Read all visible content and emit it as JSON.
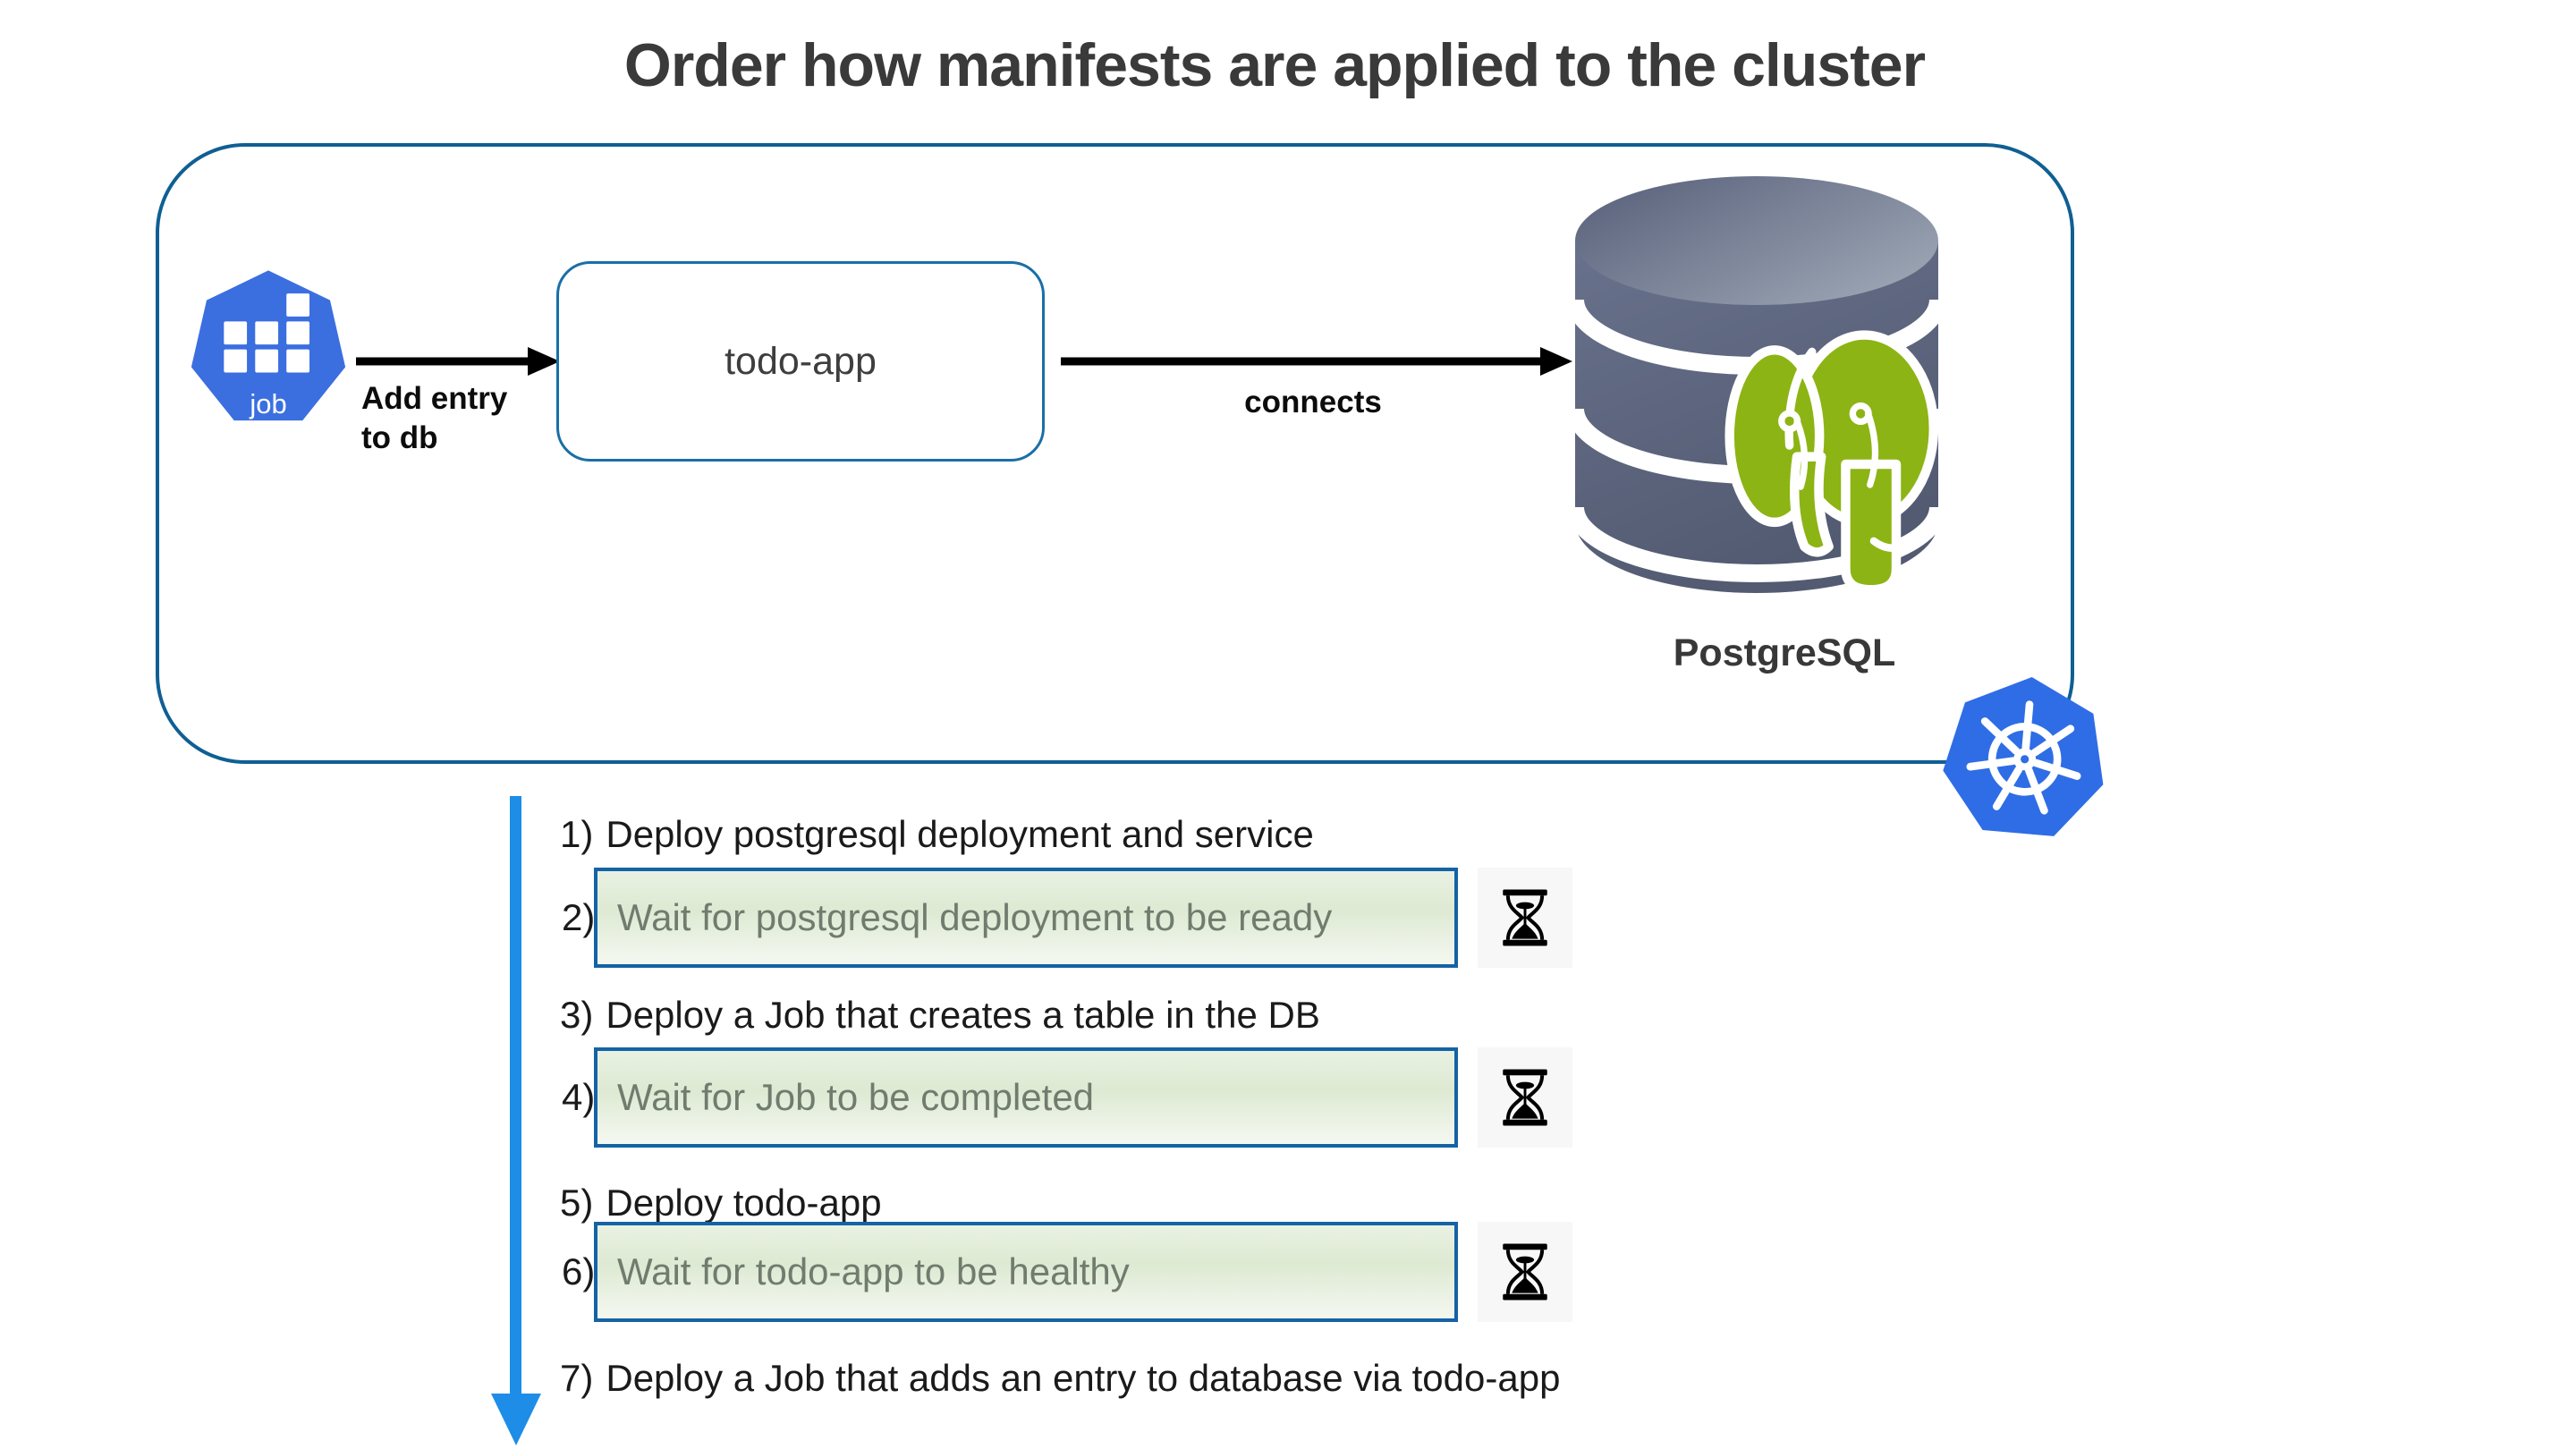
{
  "title": "Order how manifests are applied to the cluster",
  "diagram": {
    "job_icon_label": "job",
    "edge_job_to_app_line1": "Add entry",
    "edge_job_to_app_line2": "to db",
    "todo_app_label": "todo-app",
    "edge_app_to_db_label": "connects",
    "database_label": "PostgreSQL",
    "icons": {
      "job": "kubernetes-job-icon",
      "database": "postgresql-cylinder-icon",
      "elephant": "postgresql-elephant-icon",
      "cluster_badge": "kubernetes-logo-icon",
      "wait": "hourglass-icon"
    }
  },
  "steps": [
    {
      "num": "1)",
      "text": "Deploy postgresql deployment and service",
      "wait": false
    },
    {
      "num": "2)",
      "text": "Wait for postgresql deployment to be ready",
      "wait": true
    },
    {
      "num": "3)",
      "text": "Deploy a Job that creates a table in the DB",
      "wait": false
    },
    {
      "num": "4)",
      "text": "Wait for Job to be completed",
      "wait": true
    },
    {
      "num": "5)",
      "text": "Deploy todo-app",
      "wait": false
    },
    {
      "num": "6)",
      "text": "Wait for todo-app to be healthy",
      "wait": true
    },
    {
      "num": "7)",
      "text": "Deploy a Job that adds an entry to database via todo-app",
      "wait": false
    }
  ],
  "colors": {
    "cluster_border": "#0f5f93",
    "kubernetes_blue": "#3b6fe0",
    "postgres_green": "#8cb414",
    "cylinder_gray_dark": "#59617a",
    "cylinder_gray_light": "#9aa3b2",
    "wait_box_border": "#1463a5",
    "timeline_arrow_blue": "#1d8de8",
    "title_text": "#3a3a3a",
    "wait_text": "#707c6e"
  }
}
